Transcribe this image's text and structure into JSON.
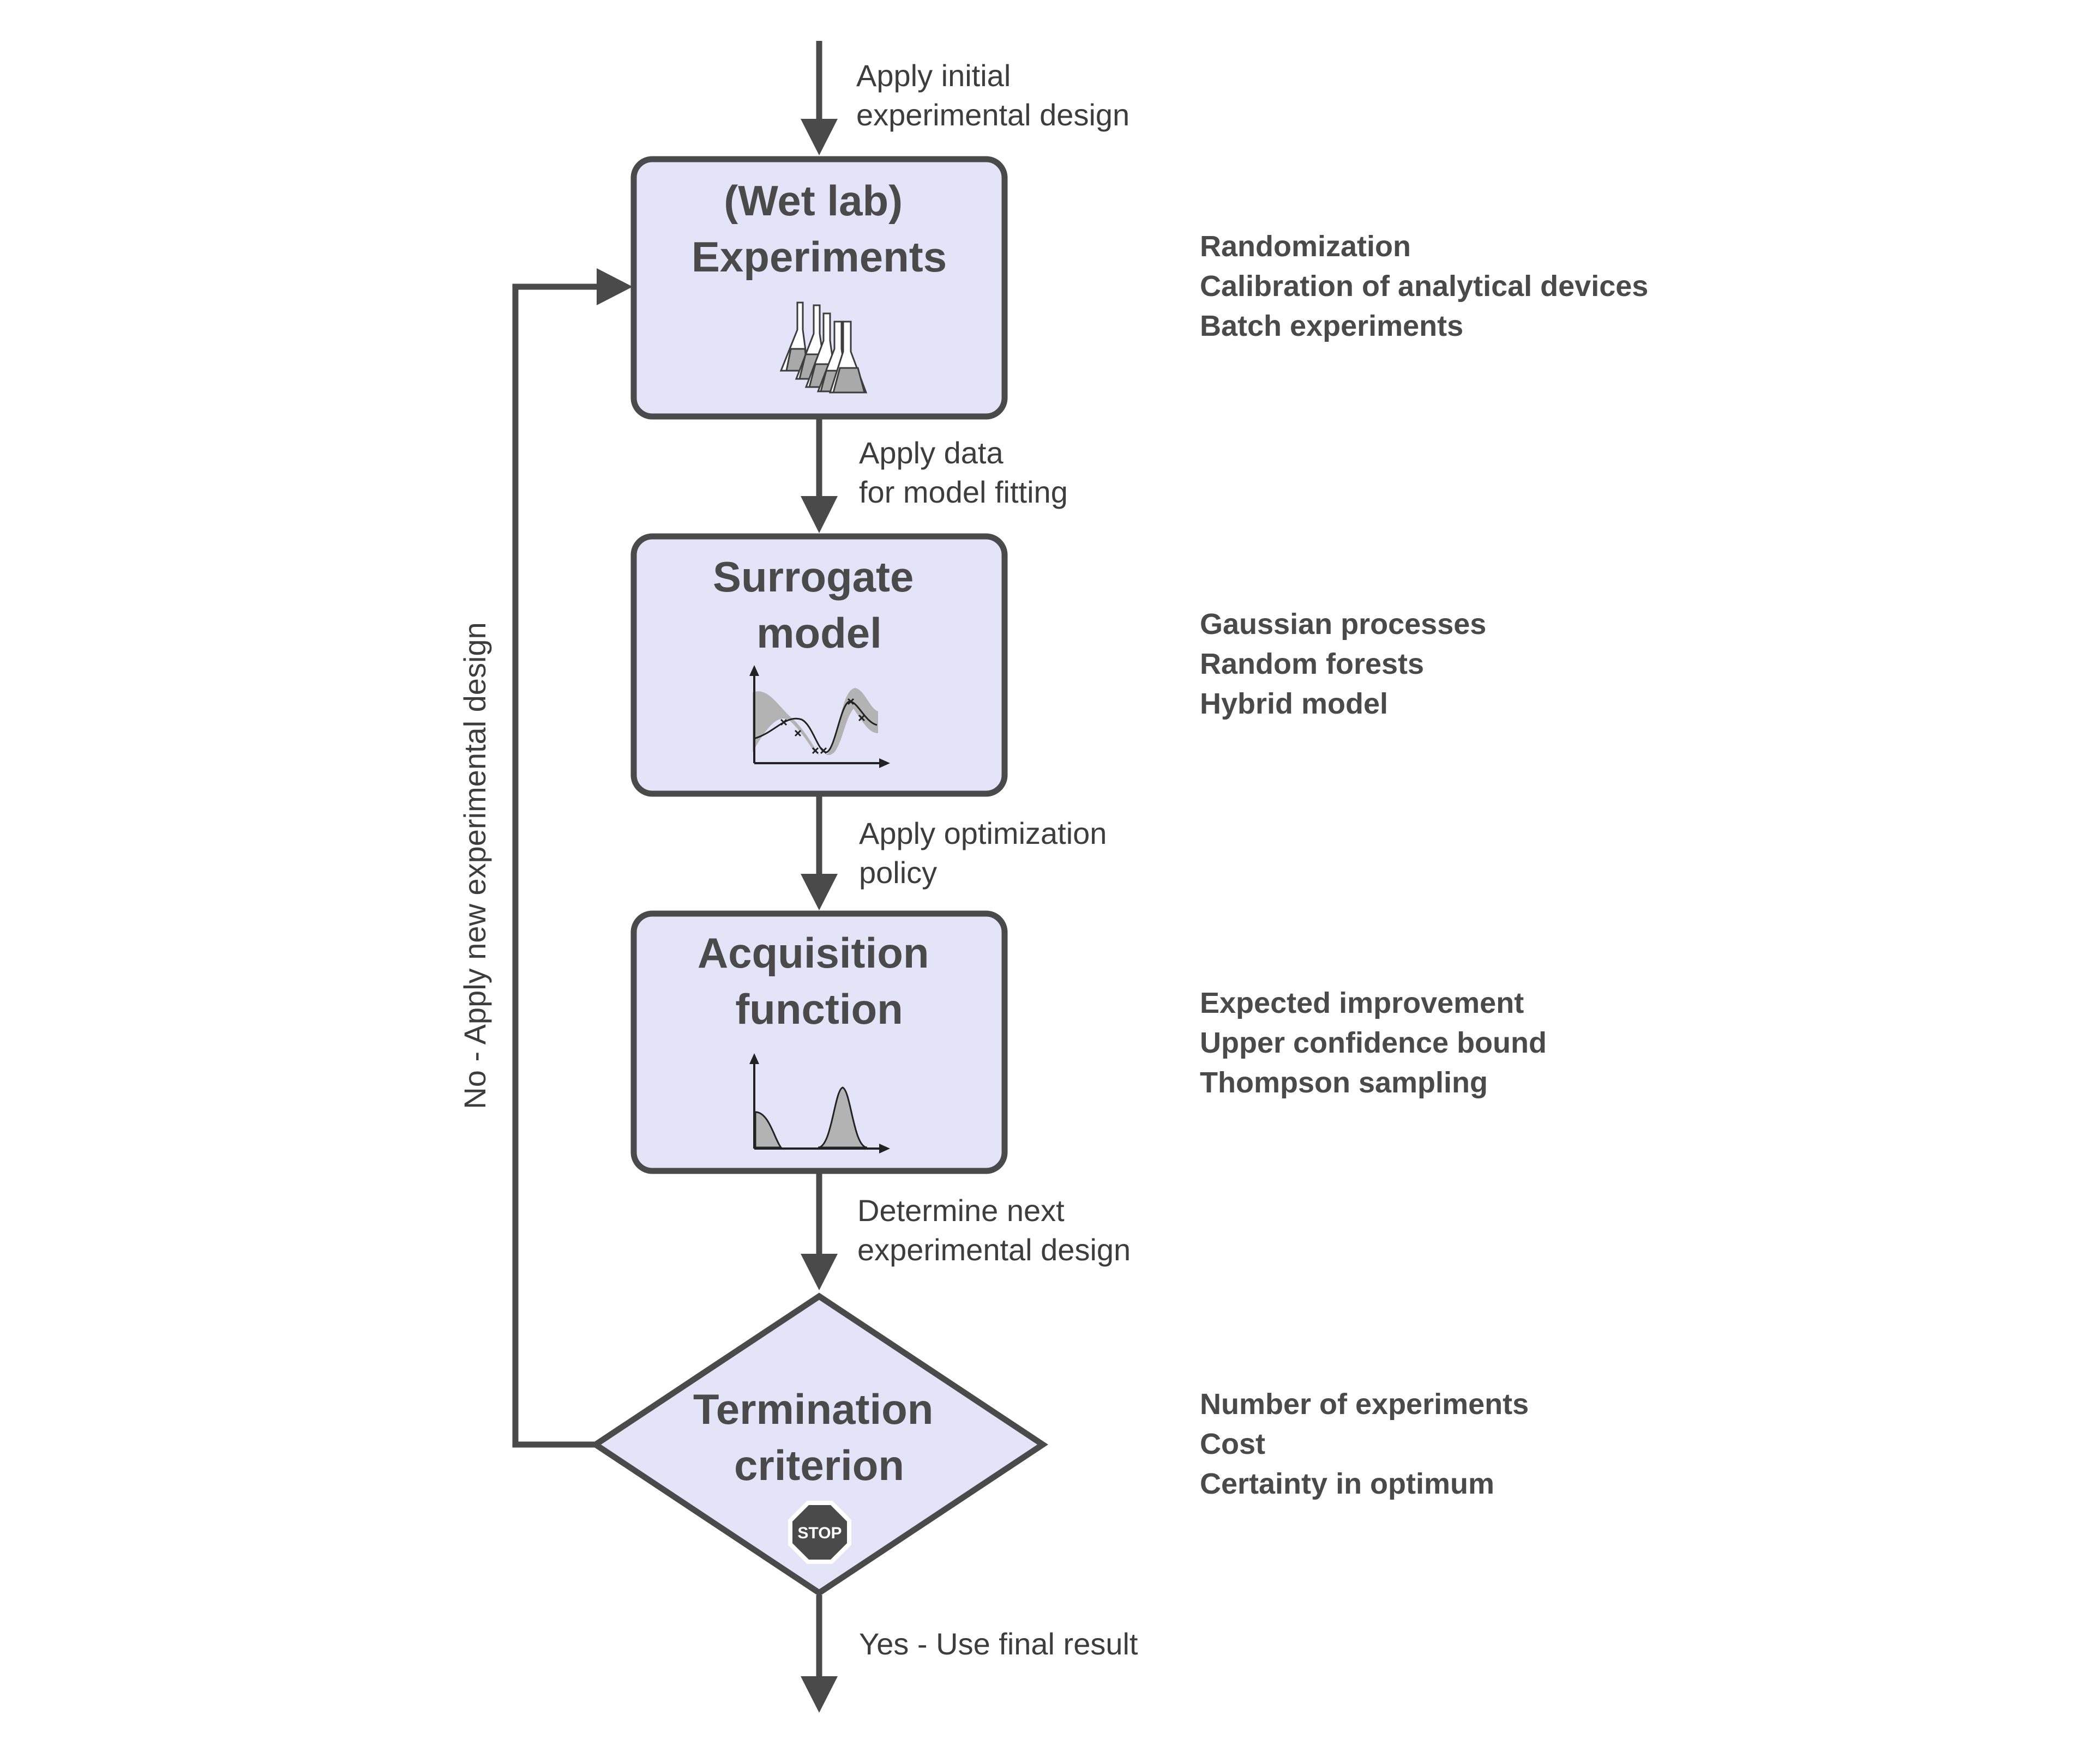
{
  "diagram": {
    "start_label": [
      "Apply initial",
      "experimental design"
    ],
    "nodes": [
      {
        "id": "experiments",
        "title": [
          "(Wet lab)",
          "Experiments"
        ],
        "icon": "flasks-icon",
        "side": [
          "Randomization",
          "Calibration of analytical devices",
          "Batch experiments"
        ]
      },
      {
        "id": "surrogate",
        "title": [
          "Surrogate",
          "model"
        ],
        "icon": "gaussian-process-plot-icon",
        "side": [
          "Gaussian processes",
          "Random forests",
          "Hybrid model"
        ]
      },
      {
        "id": "acquisition",
        "title": [
          "Acquisition",
          "function"
        ],
        "icon": "acquisition-curve-icon",
        "side": [
          "Expected improvement",
          "Upper confidence bound",
          "Thompson sampling"
        ]
      },
      {
        "id": "termination",
        "title": [
          "Termination",
          "criterion"
        ],
        "icon": "stop-sign-icon",
        "icon_text": "STOP",
        "side": [
          "Number of experiments",
          "Cost",
          "Certainty in optimum"
        ]
      }
    ],
    "edge_labels": [
      [
        "Apply data",
        "for model fitting"
      ],
      [
        "Apply optimization",
        "policy"
      ],
      [
        "Determine next",
        "experimental design"
      ]
    ],
    "loop_label": "No - Apply new experimental design",
    "end_label": "Yes - Use final result"
  },
  "colors": {
    "node_fill": "#e3e4f8",
    "stroke": "#4a4a4a",
    "text": "#3d3d3d"
  }
}
